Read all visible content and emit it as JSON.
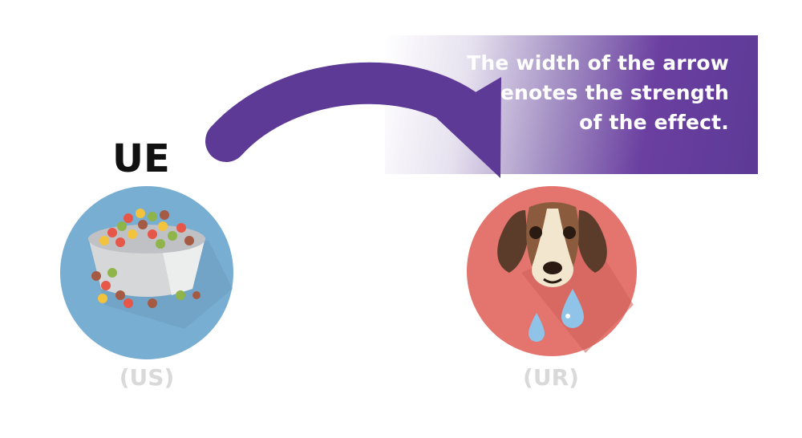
{
  "stimulus": {
    "label": "UE",
    "caption": "(US)",
    "icon": "dog-food-bowl-icon"
  },
  "response": {
    "caption": "(UR)",
    "icon": "crying-dog-icon"
  },
  "callout": {
    "text": "The width of the arrow denotes the strength of the effect."
  },
  "colors": {
    "arrow": "#5d3a96",
    "us_circle": "#79aed3",
    "ur_circle": "#e3746e",
    "caption": "#d9d9d9"
  }
}
